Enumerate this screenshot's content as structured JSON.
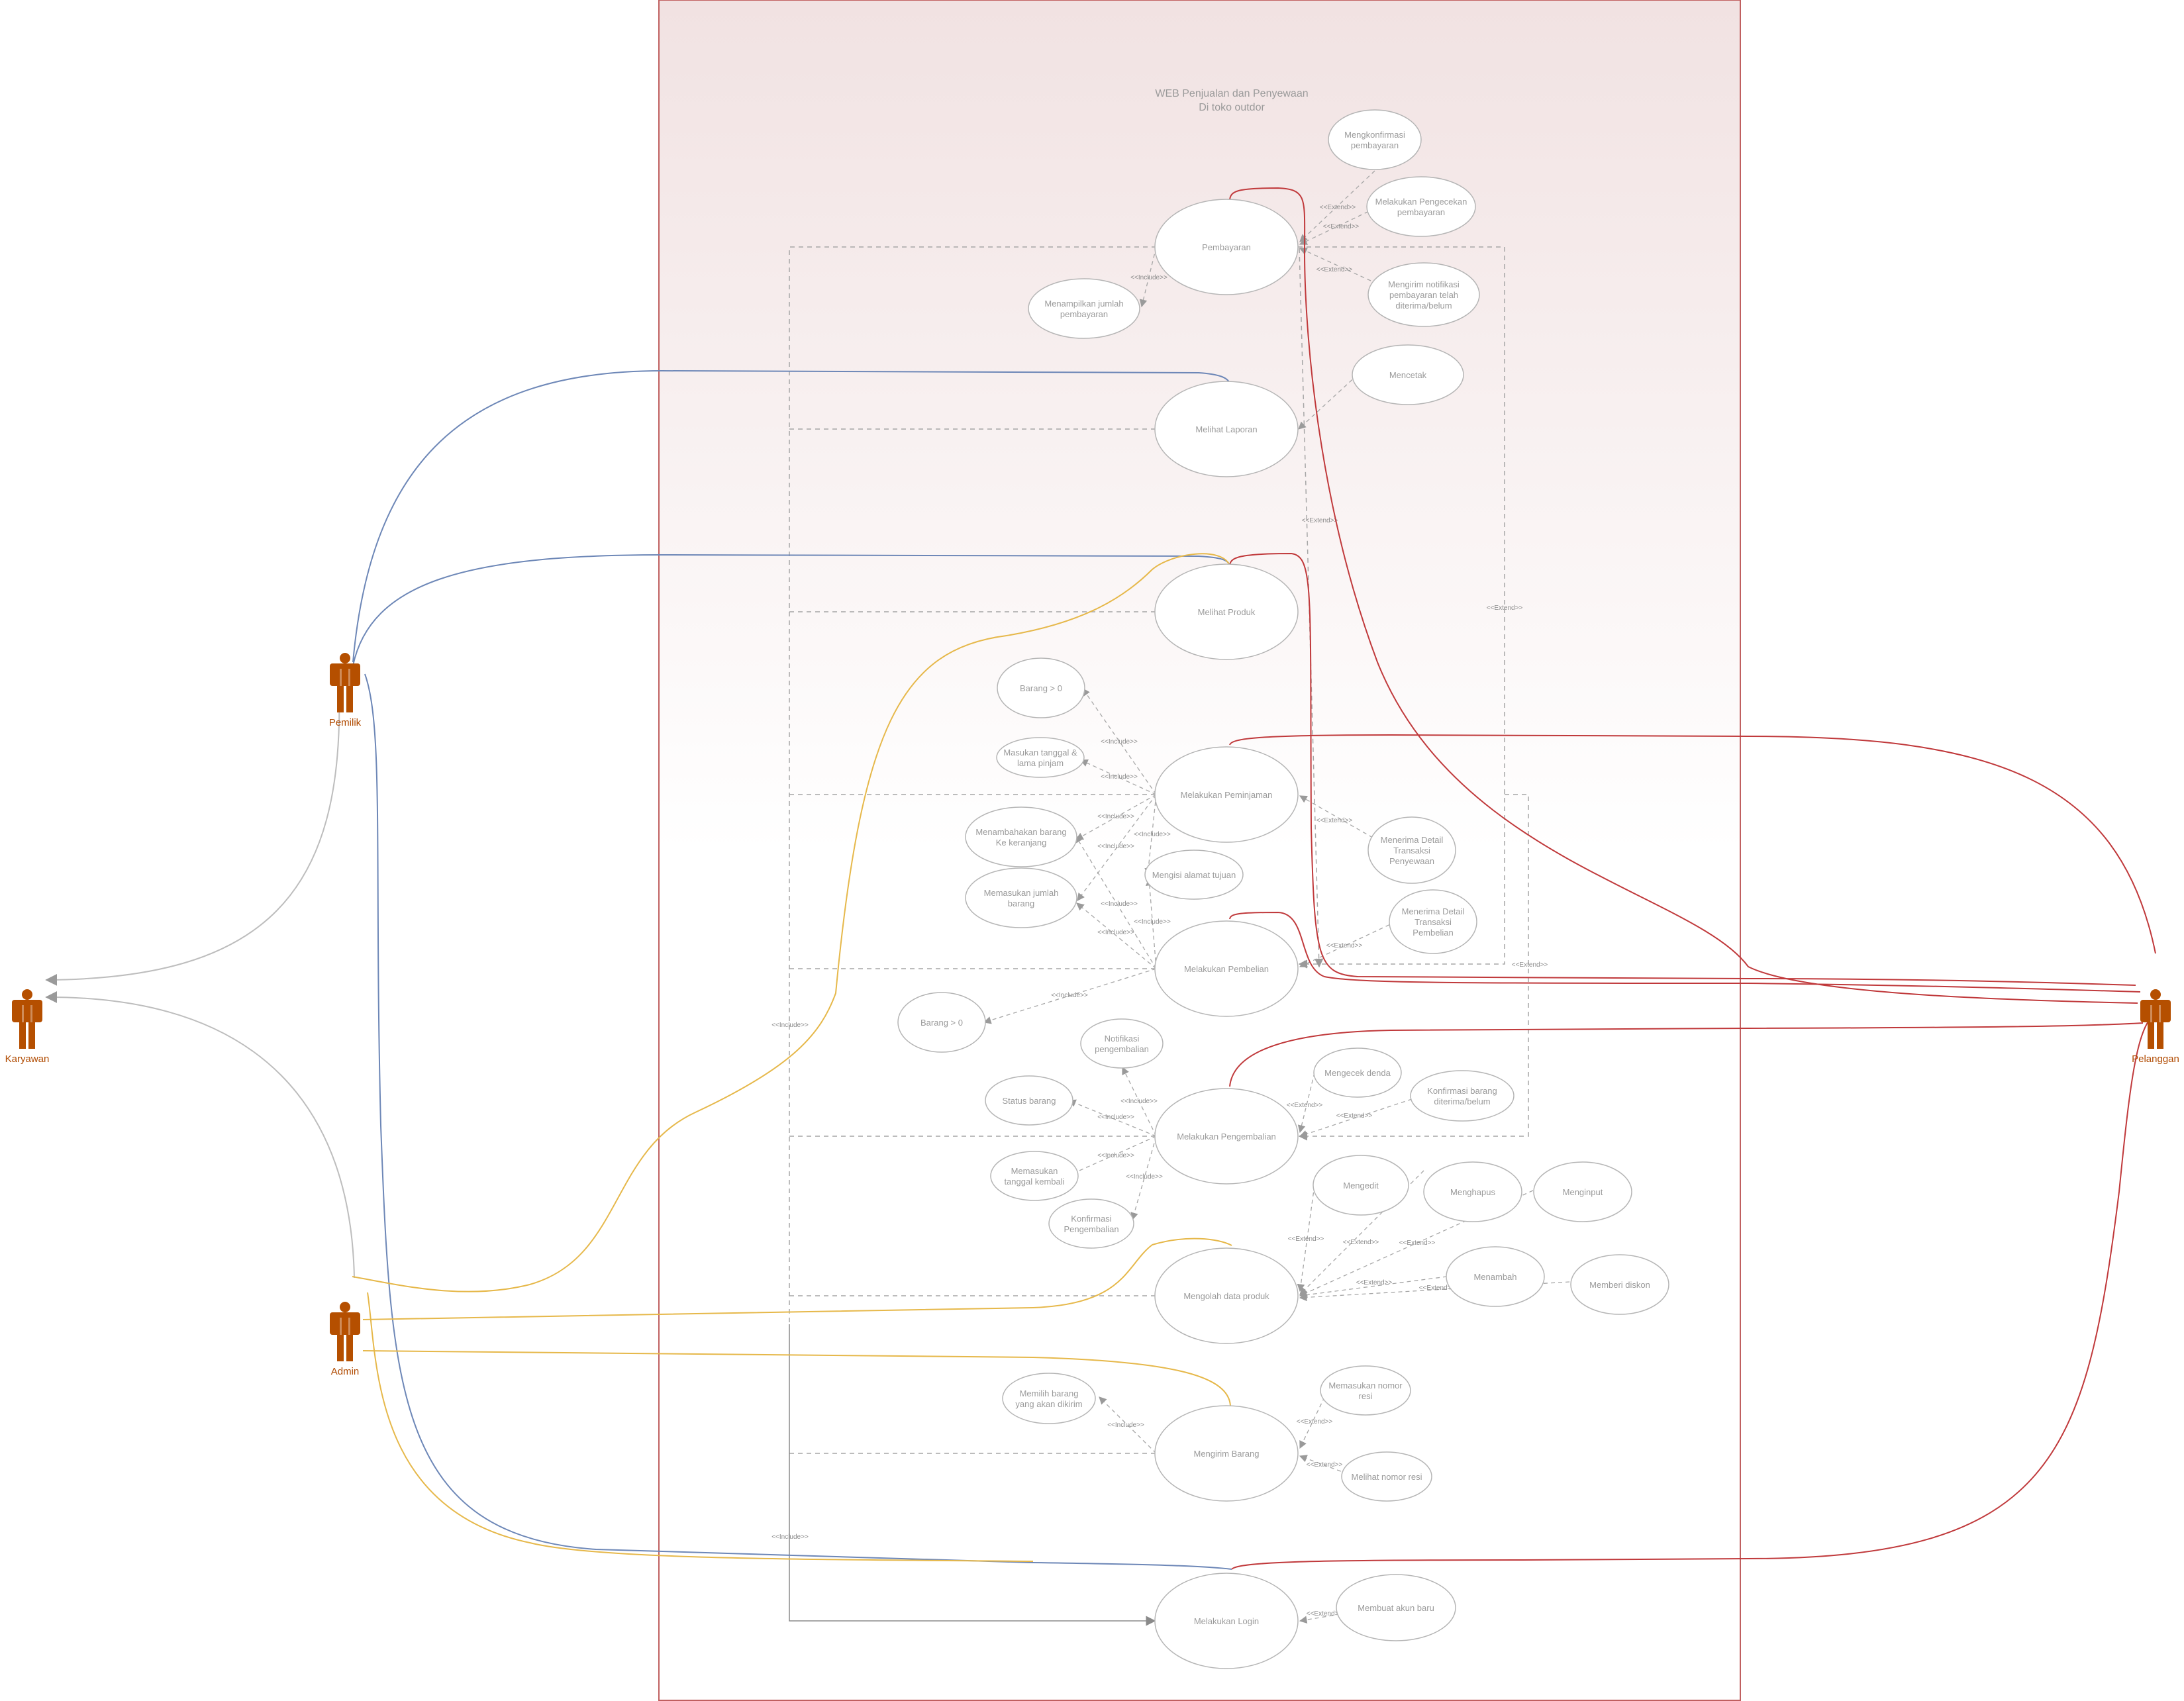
{
  "system": {
    "title_line1": "WEB Penjualan dan Penyewaan",
    "title_line2": "Di toko outdor"
  },
  "colors": {
    "actor": "#b54f00",
    "line_blue": "#6d87b7",
    "line_red": "#c0393b",
    "line_yellow": "#e6b84a",
    "line_gray": "#b8b8b8",
    "dashed": "#a6a6a6",
    "boundary": "#c06060"
  },
  "actors": [
    {
      "id": "pemilik",
      "name": "Pemilik"
    },
    {
      "id": "karyawan",
      "name": "Karyawan"
    },
    {
      "id": "admin",
      "name": "Admin"
    },
    {
      "id": "pelanggan",
      "name": "Pelanggan"
    }
  ],
  "usecases": {
    "pembayaran": [
      "Pembayaran"
    ],
    "mengkonfirmasi": [
      "Mengkonfirmasi",
      "pembayaran"
    ],
    "pengecekan": [
      "Melakukan Pengecekan",
      "pembayaran"
    ],
    "notifikasi_bayar": [
      "Mengirim notifikasi",
      "pembayaran telah",
      "diterima/belum"
    ],
    "jumlah_bayar": [
      "Menampilkan jumlah",
      "pembayaran"
    ],
    "laporan": [
      "Melihat Laporan"
    ],
    "mencetak": [
      "Mencetak"
    ],
    "produk": [
      "Melihat Produk"
    ],
    "barang0_a": [
      "Barang > 0"
    ],
    "tanggal_pinjam": [
      "Masukan tanggal &",
      "lama pinjam"
    ],
    "keranjang": [
      "Menambahakan barang",
      "Ke keranjang"
    ],
    "jumlah_barang": [
      "Memasukan jumlah",
      "barang"
    ],
    "peminjaman": [
      "Melakukan Peminjaman"
    ],
    "alamat": [
      "Mengisi alamat tujuan"
    ],
    "detail_sewa": [
      "Menerima Detail",
      "Transaksi",
      "Penyewaan"
    ],
    "detail_beli": [
      "Menerima Detail",
      "Transaksi",
      "Pembelian"
    ],
    "pembelian": [
      "Melakukan Pembelian"
    ],
    "barang0_b": [
      "Barang > 0"
    ],
    "notif_kembali": [
      "Notifikasi",
      "pengembalian"
    ],
    "status": [
      "Status barang"
    ],
    "tgl_kembali": [
      "Memasukan",
      "tanggal kembali"
    ],
    "konf_kembali": [
      "Konfirmasi",
      "Pengembalian"
    ],
    "pengembalian": [
      "Melakukan Pengembalian"
    ],
    "denda": [
      "Mengecek denda"
    ],
    "konf_barang": [
      "Konfirmasi barang",
      "diterima/belum"
    ],
    "mengedit": [
      "Mengedit"
    ],
    "menghapus": [
      "Menghapus"
    ],
    "menginput": [
      "Menginput"
    ],
    "menambah": [
      "Menambah"
    ],
    "diskon": [
      "Memberi diskon"
    ],
    "olah": [
      "Mengolah data produk"
    ],
    "pilih_barang": [
      "Memilih barang",
      "yang akan dikirim"
    ],
    "kirim": [
      "Mengirim Barang"
    ],
    "resi_masuk": [
      "Memasukan nomor",
      "resi"
    ],
    "resi_lihat": [
      "Melihat nomor resi"
    ],
    "login": [
      "Melakukan Login"
    ],
    "akun": [
      "Membuat akun baru"
    ]
  },
  "labels": {
    "include": "<<Include>>",
    "extend": "<<Extend>>"
  }
}
